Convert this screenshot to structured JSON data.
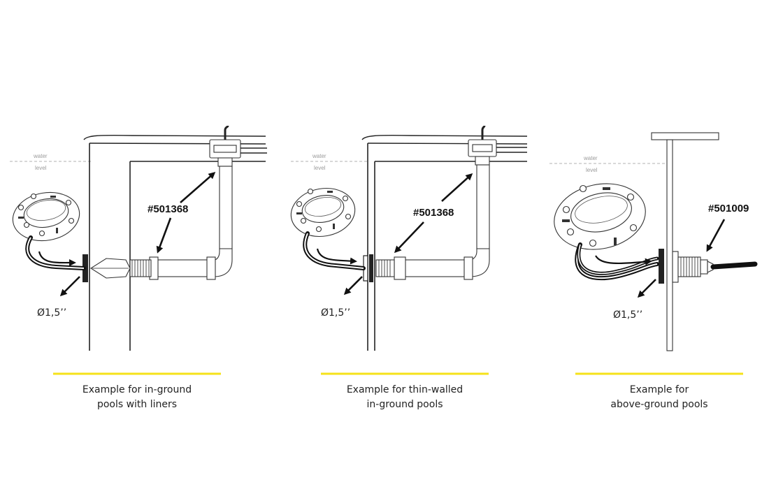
{
  "panels": [
    {
      "id": "inground-liners",
      "water_label_1": "water",
      "water_label_2": "level",
      "part_number": "#501368",
      "diameter": "Ø1,5’’",
      "caption_line1": "Example for in-ground",
      "caption_line2": "pools with liners"
    },
    {
      "id": "thin-walled",
      "water_label_1": "water",
      "water_label_2": "level",
      "part_number": "#501368",
      "diameter": "Ø1,5’’",
      "caption_line1": "Example for thin-walled",
      "caption_line2": "in-ground pools"
    },
    {
      "id": "above-ground",
      "water_label_1": "water",
      "water_label_2": "level",
      "part_number": "#501009",
      "diameter": "Ø1,5’’",
      "caption_line1": "Example for",
      "caption_line2": "above-ground pools"
    }
  ],
  "colors": {
    "underline": "#f5e21a",
    "line": "#222222",
    "water_line": "#b0b0b0"
  }
}
